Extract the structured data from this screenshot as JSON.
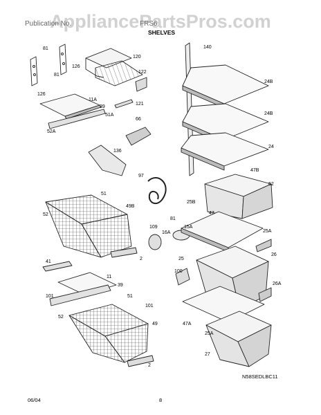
{
  "watermark": "AppliancePartsPros.com",
  "header": {
    "brand": "Publication No.",
    "model": "FRS6",
    "title": "SHELVES"
  },
  "footer": {
    "date": "06/04",
    "page": "8",
    "diagram_code": "N58SEDLBC11"
  },
  "callouts": [
    "81",
    "81",
    "126",
    "126",
    "120",
    "122",
    "11A",
    "39",
    "51A",
    "121",
    "52A",
    "66",
    "136",
    "140",
    "24B",
    "24B",
    "24",
    "97",
    "47B",
    "62",
    "25B",
    "51",
    "49B",
    "52",
    "81",
    "109",
    "16A",
    "15A",
    "47",
    "25A",
    "25",
    "26",
    "100",
    "26A",
    "2",
    "41",
    "11",
    "39",
    "101",
    "51",
    "101",
    "52",
    "49",
    "47A",
    "25A",
    "27",
    "2"
  ]
}
